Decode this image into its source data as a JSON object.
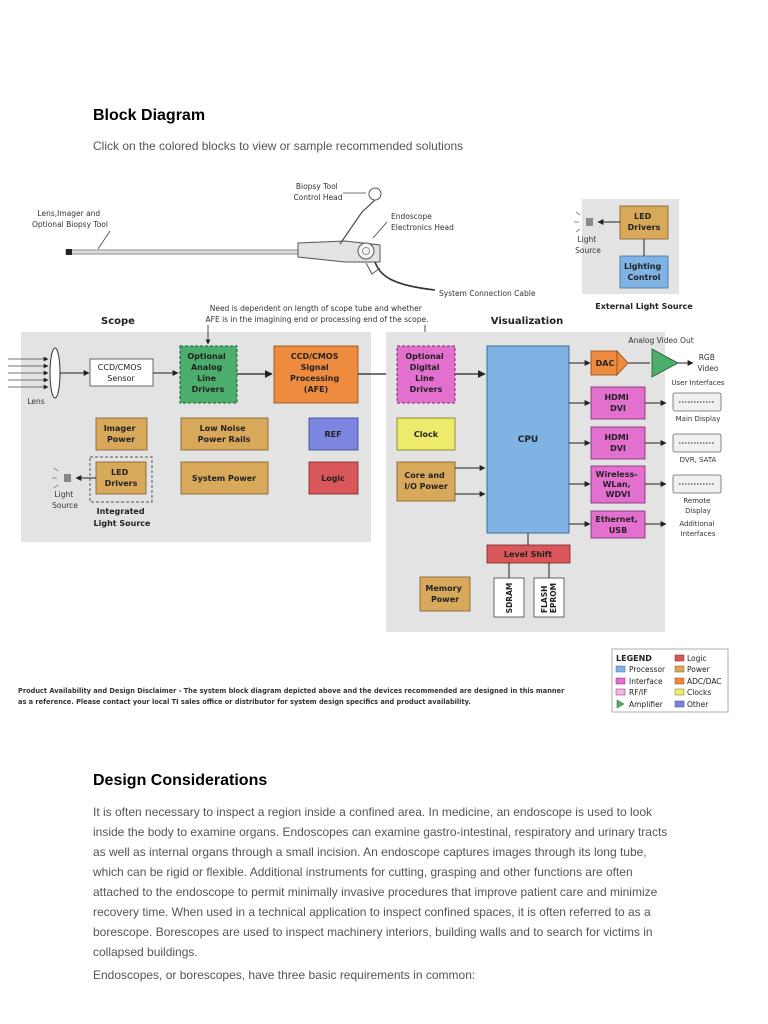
{
  "block_diagram": {
    "heading": "Block Diagram",
    "intro": "Click on the colored blocks to view or sample recommended solutions"
  },
  "colors": {
    "processor": "#7fb3e3",
    "interface": "#e36fcf",
    "rf_if": "#f3b7e6",
    "amplifier": "#4cae6c",
    "logic": "#d9575a",
    "power": "#d9a95b",
    "adc_dac": "#ef8b3f",
    "clocks": "#eeea6b",
    "other": "#7c86e0",
    "panel": "#e3e3e3"
  },
  "diagram": {
    "callouts": {
      "biopsy_tool": [
        "Biopsy Tool",
        "Control Head"
      ],
      "lens_imager": [
        "Lens,Imager and",
        "Optional Biopsy Tool"
      ],
      "endoscope_head": [
        "Endoscope",
        "Electronics Head"
      ],
      "system_cable": "System Connection Cable",
      "dependency_note": [
        "Need is dependent on length of scope tube and whether",
        "AFE is in the imagining end or processing end of the scope."
      ]
    },
    "sections": {
      "scope": "Scope",
      "visualization": "Visualization",
      "external_light_source": "External Light Source",
      "integrated_light_source": [
        "Integrated",
        "Light Source"
      ]
    },
    "labels": {
      "lens": "Lens",
      "light_source_left": [
        "Light",
        "Source"
      ],
      "light_source_ext": [
        "Light",
        "Source"
      ],
      "analog_video_out": "Analog Video Out",
      "rgb_video": [
        "RGB",
        "Video"
      ],
      "user_interfaces": "User Interfaces",
      "main_display": "Main Display",
      "dvr_sata": "DVR, SATA",
      "remote_display": [
        "Remote",
        "Display"
      ],
      "additional_interfaces": [
        "Additional",
        "Interfaces"
      ]
    },
    "blocks": {
      "ccd_cmos_sensor": [
        "CCD/CMOS",
        "Sensor"
      ],
      "optional_analog_line_drivers": [
        "Optional",
        "Analog",
        "Line",
        "Drivers"
      ],
      "ccd_cmos_signal_processing": [
        "CCD/CMOS",
        "Signal",
        "Processing",
        "(AFE)"
      ],
      "optional_digital_line_drivers": [
        "Optional",
        "Digital",
        "Line",
        "Drivers"
      ],
      "imager_power": [
        "Imager",
        "Power"
      ],
      "low_noise_power_rails": [
        "Low Noise",
        "Power Rails"
      ],
      "ref": "REF",
      "led_drivers_int": [
        "LED",
        "Drivers"
      ],
      "system_power": "System Power",
      "logic": "Logic",
      "clock": "Clock",
      "core_io_power": [
        "Core and",
        "I/O Power"
      ],
      "cpu": "CPU",
      "dac": "DAC",
      "hdmi_dvi_1": [
        "HDMI",
        "DVI"
      ],
      "hdmi_dvi_2": [
        "HDMI",
        "DVI"
      ],
      "wireless_wlan_wdvi": [
        "Wireless-",
        "WLan,",
        "WDVI"
      ],
      "ethernet_usb": [
        "Ethernet,",
        "USB"
      ],
      "level_shift": "Level Shift",
      "memory_power": [
        "Memory",
        "Power"
      ],
      "sdram": "SDRAM",
      "flash_eprom": [
        "FLASH",
        "EPROM"
      ],
      "led_drivers_ext": [
        "LED",
        "Drivers"
      ],
      "lighting_control": [
        "Lighting",
        "Control"
      ]
    },
    "legend": {
      "title": "LEGEND",
      "processor": "Processor",
      "interface": "Interface",
      "rf_if": "RF/IF",
      "amplifier": "Amplifier",
      "logic": "Logic",
      "power": "Power",
      "adc_dac": "ADC/DAC",
      "clocks": "Clocks",
      "other": "Other"
    },
    "disclaimer": [
      "Product Availability and Design Disclaimer - The system block diagram depicted above and the devices recommended are designed in this manner",
      "as a reference.  Please contact your local TI sales office or distributor for system design specifics and product availability."
    ]
  },
  "design_considerations": {
    "heading": "Design Considerations",
    "paragraph1": "It is often necessary to inspect a region inside a confined area. In medicine, an endoscope is used to look inside the body to examine organs. Endoscopes can examine gastro-intestinal, respiratory and urinary tracts as well as internal organs through a small incision. An endoscope captures images through its long tube, which can be rigid or flexible.  Additional instruments for cutting, grasping and other functions are often attached to the endoscope to permit minimally invasive procedures that improve patient care and minimize recovery time. When used in a technical application to inspect confined spaces, it is often referred to as a borescope. Borescopes are used to inspect machinery interiors, building walls and to search for victims in collapsed buildings.",
    "paragraph2": "Endoscopes, or borescopes, have three basic requirements in common:"
  }
}
